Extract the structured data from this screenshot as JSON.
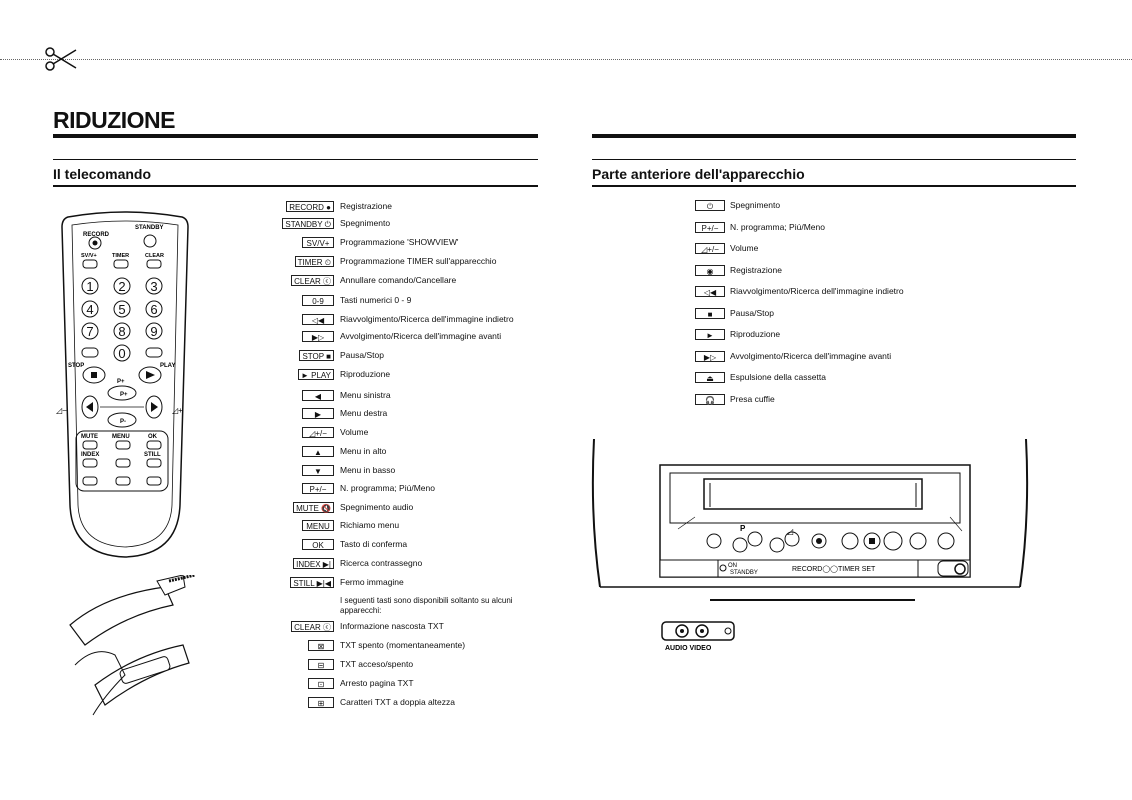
{
  "title": "RIDUZIONE",
  "left_section": {
    "heading": "Il telecomando",
    "remote_labels": {
      "record": "RECORD",
      "standby": "STANDBY",
      "svv": "SV/V+",
      "timer": "TIMER",
      "clear": "CLEAR",
      "stop": "STOP",
      "play": "PLAY",
      "p_plus": "P+",
      "p_plus_btn": "P+",
      "p_minus_btn": "P-",
      "mute": "MUTE",
      "menu": "MENU",
      "ok": "OK",
      "index": "INDEX",
      "still": "STILL",
      "digits": [
        "1",
        "2",
        "3",
        "4",
        "5",
        "6",
        "7",
        "8",
        "9",
        "0"
      ]
    },
    "items": [
      {
        "key": "RECORD ●",
        "desc": "Registrazione"
      },
      {
        "key": "STANDBY ⏻",
        "desc": "Spegnimento"
      },
      {
        "key": "SV/V+",
        "desc": "Programmazione 'SHOWVIEW'"
      },
      {
        "key": "TIMER ⏲",
        "desc": "Programmazione TIMER sull'apparecchio"
      },
      {
        "key": "CLEAR ⓒ",
        "desc": "Annullare comando/Cancellare"
      },
      {
        "key": "0-9",
        "desc": "Tasti numerici 0 - 9"
      },
      {
        "key": "◁◀",
        "desc": "Riavvolgimento/Ricerca dell'immagine indietro"
      },
      {
        "key": "▶▷",
        "desc": "Avvolgimento/Ricerca dell'immagine avanti"
      },
      {
        "key": "STOP ■",
        "desc": "Pausa/Stop"
      },
      {
        "key": "► PLAY",
        "desc": "Riproduzione"
      },
      {
        "key": "◀",
        "desc": "Menu sinistra"
      },
      {
        "key": "▶",
        "desc": "Menu destra"
      },
      {
        "key": "◿+/−",
        "desc": "Volume"
      },
      {
        "key": "▲",
        "desc": "Menu in alto"
      },
      {
        "key": "▼",
        "desc": "Menu in basso"
      },
      {
        "key": "P+/−",
        "desc": "N. programma; Piú/Meno"
      },
      {
        "key": "MUTE 🔇",
        "desc": "Spegnimento audio"
      },
      {
        "key": "MENU",
        "desc": "Richiamo menu"
      },
      {
        "key": "OK",
        "desc": "Tasto di conferma"
      },
      {
        "key": "INDEX ▶|",
        "desc": "Ricerca contrassegno"
      },
      {
        "key": "STILL ▶|◀",
        "desc": "Fermo immagine"
      }
    ],
    "note": "I seguenti tasti sono disponibili soltanto su alcuni apparecchi:",
    "txt_items": [
      {
        "key": "CLEAR ⓒ",
        "desc": "Informazione nascosta TXT"
      },
      {
        "key": "⊠",
        "desc": "TXT spento (momentaneamente)"
      },
      {
        "key": "⊟",
        "desc": "TXT acceso/spento"
      },
      {
        "key": "⊡",
        "desc": "Arresto pagina TXT"
      },
      {
        "key": "⊞",
        "desc": "Caratteri TXT a doppia altezza"
      }
    ]
  },
  "right_section": {
    "heading": "Parte anteriore dell'apparecchio",
    "items": [
      {
        "key": "⏻",
        "desc": "Spegnimento"
      },
      {
        "key": "P+/−",
        "desc": "N. programma; Piú/Meno"
      },
      {
        "key": "◿+/−",
        "desc": "Volume"
      },
      {
        "key": "◉",
        "desc": "Registrazione"
      },
      {
        "key": "◁◀",
        "desc": "Riavvolgimento/Ricerca dell'immagine indietro"
      },
      {
        "key": "■",
        "desc": "Pausa/Stop"
      },
      {
        "key": "►",
        "desc": "Riproduzione"
      },
      {
        "key": "▶▷",
        "desc": "Avvolgimento/Ricerca dell'immagine avanti"
      },
      {
        "key": "⏏",
        "desc": "Espulsione della cassetta"
      },
      {
        "key": "🎧",
        "desc": "Presa cuffie"
      }
    ],
    "vcr_labels": {
      "p": "P",
      "on": "ON",
      "standby": "STANDBY",
      "record_timer": "RECORD◯◯TIMER SET"
    },
    "audio_video": "AUDIO VIDEO"
  }
}
